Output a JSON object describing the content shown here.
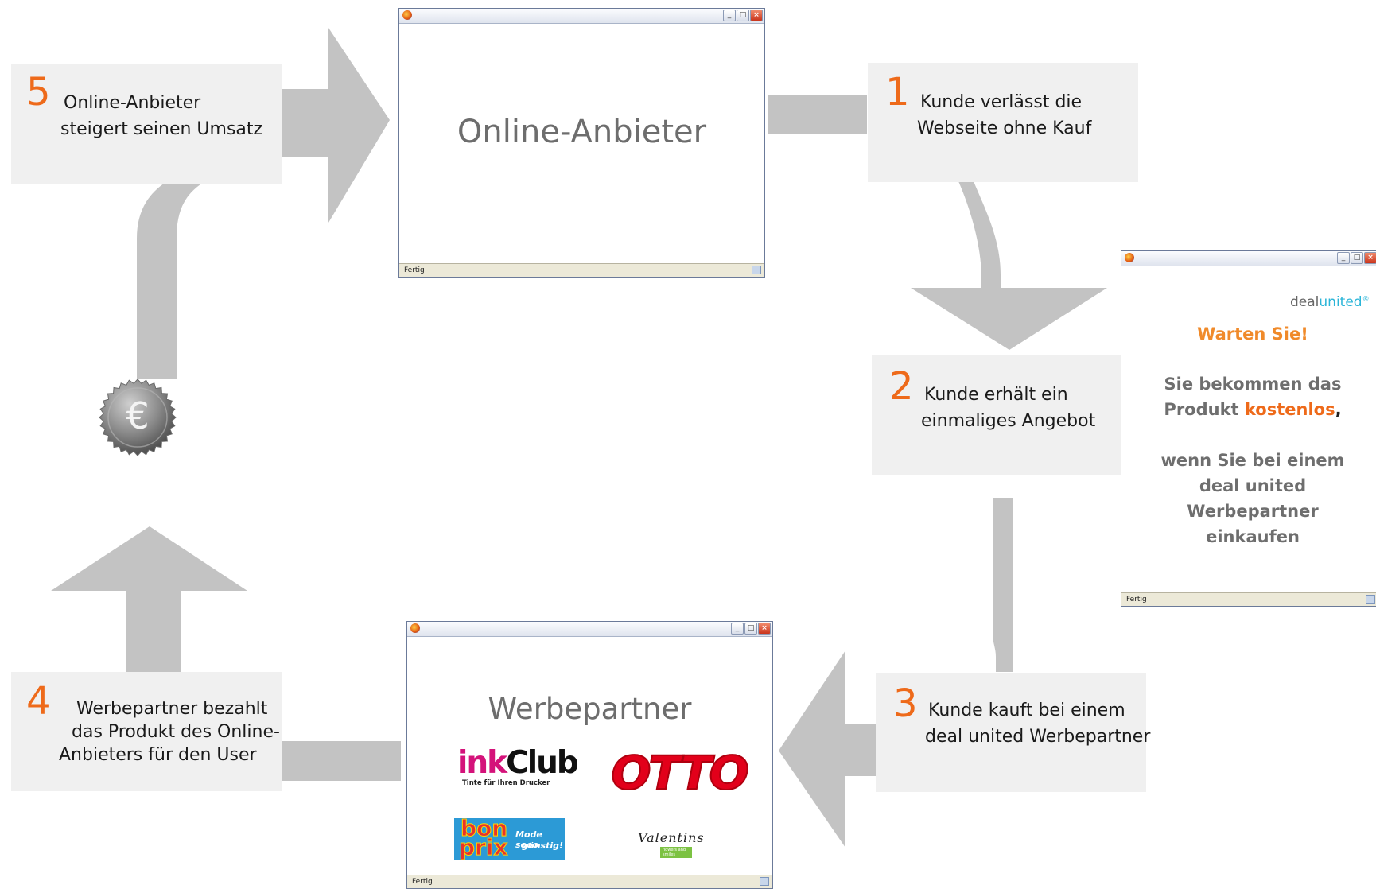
{
  "colors": {
    "accent": "#ee6a1a",
    "arrow": "#c3c3c3",
    "box_bg": "#f0f0f0",
    "dealunited_blue": "#2bb5d8"
  },
  "steps": [
    {
      "num": "5",
      "line1": "Online-Anbieter",
      "line2": "steigert seinen Umsatz"
    },
    {
      "num": "1",
      "line1": "Kunde verlässt die",
      "line2": "Webseite ohne Kauf"
    },
    {
      "num": "2",
      "line1": "Kunde erhält ein",
      "line2": "einmaliges Angebot"
    },
    {
      "num": "3",
      "line1": "Kunde kauft bei einem",
      "line2": "deal united Werbepartner"
    },
    {
      "num": "4",
      "line1": "Werbepartner bezahlt",
      "line2": "das Produkt des Online-",
      "line3": "Anbieters für den User"
    }
  ],
  "windows": {
    "online": {
      "title": "Online-Anbieter",
      "status": "Fertig"
    },
    "partner": {
      "title": "Werbepartner",
      "status": "Fertig"
    },
    "popup": {
      "status": "Fertig",
      "brand_deal": "deal",
      "brand_united": "united",
      "brand_mark": "®",
      "headline": "Warten Sie!",
      "line1": "Sie bekommen das",
      "line2_prefix": "Produkt ",
      "line2_highlight": "kostenlos",
      "line2_suffix": ",",
      "line3": "wenn Sie bei einem",
      "line4": "deal united",
      "line5": "Werbepartner",
      "line6": "einkaufen"
    }
  },
  "coin": {
    "symbol": "€"
  },
  "logos": {
    "inkclub_ink": "ink",
    "inkclub_club": "Club",
    "inkclub_tagline": "Tinte für Ihren Drucker",
    "otto": "OTTO",
    "bonprix_bon": "bon",
    "bonprix_prix": "prix",
    "bonprix_tagline1": "Mode sooo",
    "bonprix_tagline2": "günstig!",
    "valentins": "Valentins",
    "valentins_tag": "flowers and smiles"
  }
}
